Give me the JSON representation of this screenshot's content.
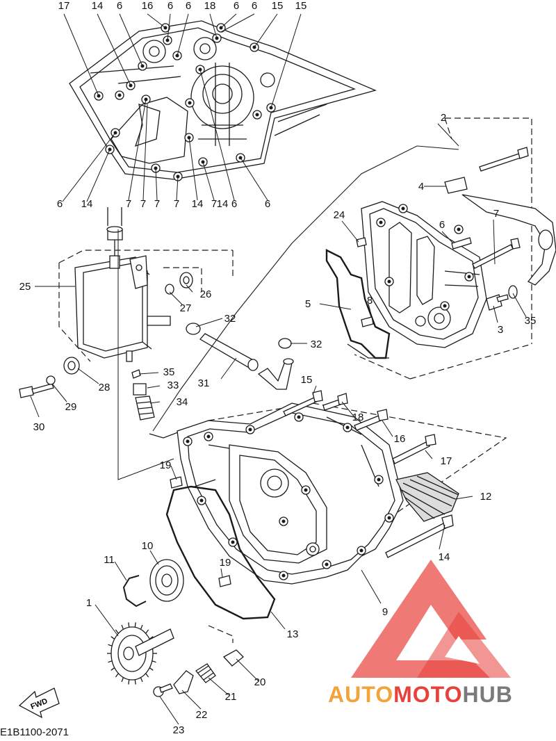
{
  "diagram_code": "E1B1100-2071",
  "fwd_label": "FWD",
  "watermark": {
    "auto": "AUTO",
    "moto": "MOTO",
    "hub": "HUB",
    "color_red": "#e8403a",
    "color_orange": "#f2a33a",
    "color_gray": "#7a7a7a"
  },
  "callouts": {
    "top": [
      "17",
      "14",
      "6",
      "16",
      "6",
      "6",
      "18",
      "6",
      "6",
      "15",
      "15"
    ],
    "top_bottom": [
      "6",
      "14",
      "7",
      "7",
      "7",
      "7",
      "14",
      "7",
      "6",
      "6",
      "14"
    ],
    "left": [
      "25",
      "26",
      "27",
      "32",
      "35",
      "33",
      "34",
      "31",
      "28",
      "29",
      "30",
      "32"
    ],
    "right": [
      "2",
      "4",
      "24",
      "6",
      "7",
      "5",
      "8",
      "3",
      "35"
    ],
    "middle": [
      "15",
      "18",
      "16",
      "17",
      "12",
      "19",
      "19",
      "14",
      "9",
      "13",
      "10",
      "11"
    ],
    "bottom": [
      "1",
      "20",
      "21",
      "22",
      "23"
    ]
  }
}
